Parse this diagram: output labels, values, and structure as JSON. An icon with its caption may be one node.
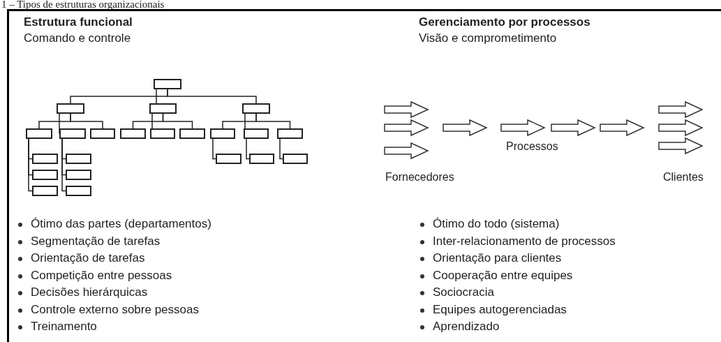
{
  "diagram": {
    "title": "1 – Tipos de estruturas organizacionais",
    "nodes": [
      {
        "text": [],
        "shape": "box"
      },
      {
        "text": [],
        "shape": "box"
      },
      {
        "text": [],
        "shape": "box"
      },
      {
        "text": [],
        "shape": "box"
      },
      {
        "text": [],
        "shape": "box"
      },
      {
        "text": [],
        "shape": "box"
      },
      {
        "text": [],
        "shape": "box"
      },
      {
        "text": [],
        "shape": "box"
      },
      {
        "text": [],
        "shape": "box"
      },
      {
        "text": [],
        "shape": "box"
      },
      {
        "text": [],
        "shape": "box"
      },
      {
        "text": [],
        "shape": "box"
      },
      {
        "text": [],
        "shape": "box"
      },
      {
        "text": [],
        "shape": "box"
      },
      {
        "text": [],
        "shape": "box"
      },
      {
        "text": [],
        "shape": "box"
      },
      {
        "text": [],
        "shape": "box"
      },
      {
        "text": [],
        "shape": "box"
      },
      {
        "text": [],
        "shape": "box"
      },
      {
        "text": [],
        "shape": "box"
      },
      {
        "text": [],
        "shape": "box"
      },
      {
        "text": [],
        "shape": "box"
      }
    ],
    "edges": [
      {
        "from": 0,
        "to": 1,
        "arrow": "none"
      },
      {
        "from": 0,
        "to": 2,
        "arrow": "none"
      },
      {
        "from": 0,
        "to": 3,
        "arrow": "none"
      },
      {
        "from": 1,
        "to": 4,
        "arrow": "none"
      },
      {
        "from": 1,
        "to": 5,
        "arrow": "none"
      },
      {
        "from": 1,
        "to": 6,
        "arrow": "none"
      },
      {
        "from": 2,
        "to": 7,
        "arrow": "none"
      },
      {
        "from": 2,
        "to": 8,
        "arrow": "none"
      },
      {
        "from": 2,
        "to": 9,
        "arrow": "none"
      },
      {
        "from": 3,
        "to": 10,
        "arrow": "none"
      },
      {
        "from": 3,
        "to": 11,
        "arrow": "none"
      },
      {
        "from": 3,
        "to": 12,
        "arrow": "none"
      },
      {
        "from": 4,
        "to": 13,
        "arrow": "none"
      },
      {
        "from": 4,
        "to": 18,
        "arrow": "none"
      },
      {
        "from": 4,
        "to": 20,
        "arrow": "none"
      },
      {
        "from": 5,
        "to": 14,
        "arrow": "none"
      },
      {
        "from": 5,
        "to": 19,
        "arrow": "none"
      },
      {
        "from": 5,
        "to": 21,
        "arrow": "none"
      },
      {
        "from": 10,
        "to": 15,
        "arrow": "none"
      },
      {
        "from": 11,
        "to": 16,
        "arrow": "none"
      },
      {
        "from": 12,
        "to": 17,
        "arrow": "none"
      }
    ],
    "labels": [
      "Estrutura funcional",
      "Comando e controle",
      "Gerenciamento por processos",
      "Visão e comprometimento",
      "Processos",
      "Fornecedores",
      "Clientes",
      "Ótimo das partes (departamentos)",
      "Ótimo do todo (sistema)",
      "Segmentação de tarefas",
      "Inter-relacionamento de processos",
      "Orientação de tarefas",
      "Orientação para clientes",
      "Competição entre pessoas",
      "Cooperação entre equipes",
      "Decisões hierárquicas",
      "Sociocracia",
      "Controle externo sobre pessoas",
      "Equipes autogerenciadas",
      "Treinamento",
      "Aprendizado"
    ]
  }
}
